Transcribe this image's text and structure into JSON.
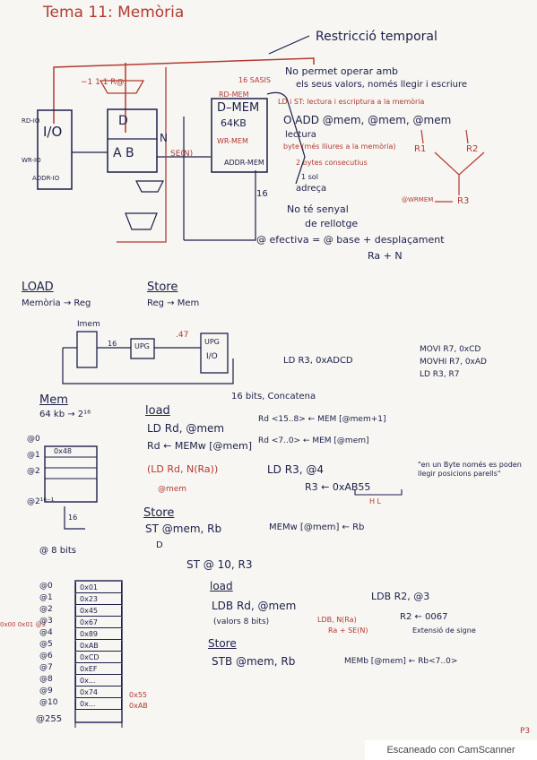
{
  "header": {
    "title": "Tema 11: Memòria"
  },
  "top": {
    "restriccio": "Restricció temporal",
    "no_permet": "No permet operar amb",
    "els_seus": "els seus valors, només llegir i escriure",
    "ld_st": "LD i ST: lectura i escriptura a la memòria",
    "o_add": "O ADD @mem, @mem, @mem",
    "r1": "R1",
    "r2": "R2",
    "r3": "R3",
    "lectura": "lectura",
    "byte": "byte (més lliures a la memòria)",
    "words": "2 bytes consecutius",
    "un_sol": "1 sol",
    "adreca": "adreça",
    "no_senyal": "No té senyal",
    "rellotge": "de rellotge",
    "wrmem": "@WRMEM",
    "efectiva": "@ efectiva = @ base + desplaçament",
    "ra_n": "Ra   +   N",
    "bus16": "16",
    "rd_mem": "RD-MEM",
    "d_mem": "D–MEM",
    "size64": "64KB",
    "wr_mem": "WR-MEM",
    "addr_mem": "ADDR-MEM",
    "lbl_d": "D",
    "lbl_ab": "A B",
    "lbl_n": "N",
    "io": "I/O",
    "se6": "SE(N)",
    "ldst": "16 SASIS",
    "reg_a": "−1 1 1 R@",
    "io_lbl1": "RD-IO",
    "io_lbl2": "WR-IO",
    "io_lbl3": "ADDR-IO"
  },
  "middle": {
    "load": "LOAD",
    "load_sub": "Memòria → Reg",
    "store": "Store",
    "store_sub": "Reg → Mem",
    "imem": "Imem",
    "bits16": "16",
    "upc": "UPG",
    "upg2": "UPG",
    "io": "I/O",
    "n47": ".47",
    "ld_r3": "LD  R3, 0xADCD",
    "movi": "MOVI R7, 0xCD",
    "movhi": "MOVHI R7, 0xAD",
    "ld_r3r7": "LD R3, R7"
  },
  "memory": {
    "title": "Mem",
    "size": "64 kb → 2¹⁶",
    "label_0": "@0",
    "label_1": "@1",
    "label_2": "@2",
    "label_end": "@2¹⁶⁻¹",
    "cell_first": "0x48",
    "bus16": "16",
    "at8bits": "@ 8 bits"
  },
  "load_section": {
    "title": "load",
    "note16": "16 bits, Concatena",
    "ld_line": "LD Rd, @mem",
    "rd_bits": "Rd <15..8>  ← MEM [@mem+1]",
    "rd_bits2": "Rd <7..0>  ← MEM [@mem]",
    "rd_memw": "Rd ← MEMw [@mem]",
    "ld_rd_n": "(LD Rd, N(Ra))",
    "ld_r3": "LD R3, @4",
    "at_mem": "@mem",
    "r3_gets": "R3 ← 0xAB55",
    "hl": "H  L",
    "note": "\"en un Byte només es poden llegir posicions parells\""
  },
  "store_section": {
    "title": "Store",
    "st_line": "ST @mem, Rb",
    "memw": "MEMw [@mem] ← Rb",
    "d": "D",
    "st_10": "ST @ 10, R3"
  },
  "byte_section": {
    "title": "load",
    "ldb_line": "LDB Rd, @mem",
    "valors": "(valors 8 bits)",
    "ldb_n": "LDB, N(Ra)",
    "ra_se": "Ra + SE(N)",
    "ldb_r2": "LDB R2, @3",
    "r2_gets": "R2 ← 0067",
    "extensio": "Extensió de signe",
    "store_title": "Store",
    "stb_line": "STB @mem, Rb",
    "memb": "MEMb [@mem] ← Rb<7..0>",
    "left_labels": "0x00 0x01 @3"
  },
  "mem_cells": [
    {
      "addr": "@0",
      "val": "0x01"
    },
    {
      "addr": "@1",
      "val": "0x23"
    },
    {
      "addr": "@2",
      "val": "0x45"
    },
    {
      "addr": "@3",
      "val": "0x67"
    },
    {
      "addr": "@4",
      "val": "0x89"
    },
    {
      "addr": "@5",
      "val": "0xAB"
    },
    {
      "addr": "@6",
      "val": "0xCD"
    },
    {
      "addr": "@7",
      "val": "0xEF"
    },
    {
      "addr": "@8",
      "val": "0x..."
    },
    {
      "addr": "@9",
      "val": "0x74"
    },
    {
      "addr": "@10",
      "val": "0x..."
    }
  ],
  "side_vals": [
    "0x55",
    "0xAB"
  ],
  "end_addr": "@255",
  "page_no": "P3",
  "scanner": "Escaneado con CamScanner"
}
